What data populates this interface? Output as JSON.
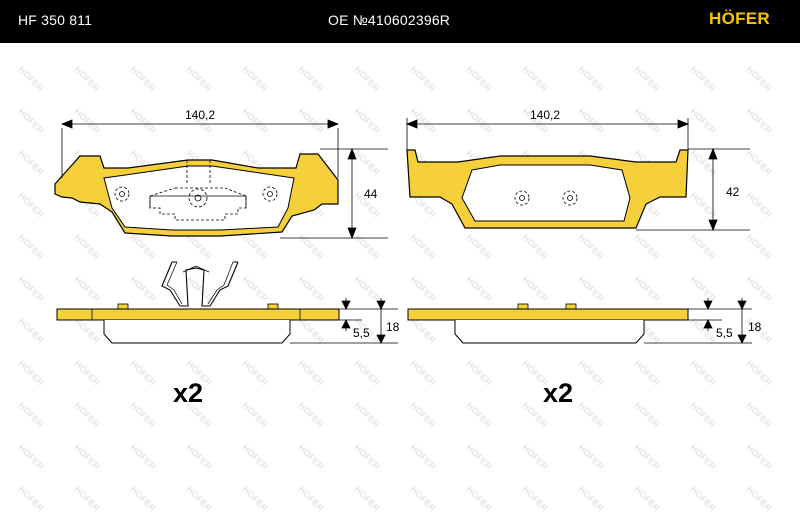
{
  "header": {
    "part_number": "HF 350 811",
    "oe_number": "OE №410602396R",
    "brand": "HÖFER"
  },
  "watermark": "HÖFER",
  "colors": {
    "pad_fill": "#F5D03A",
    "pad_stroke": "#000000",
    "header_bg": "#000000",
    "brand": "#F7C300"
  },
  "left_pad": {
    "width_label": "140,2",
    "height_label": "44",
    "thickness_label": "18",
    "backing_label": "5,5",
    "quantity_label": "x2"
  },
  "right_pad": {
    "width_label": "140,2",
    "height_label": "42",
    "thickness_label": "18",
    "backing_label": "5,5",
    "quantity_label": "x2"
  }
}
